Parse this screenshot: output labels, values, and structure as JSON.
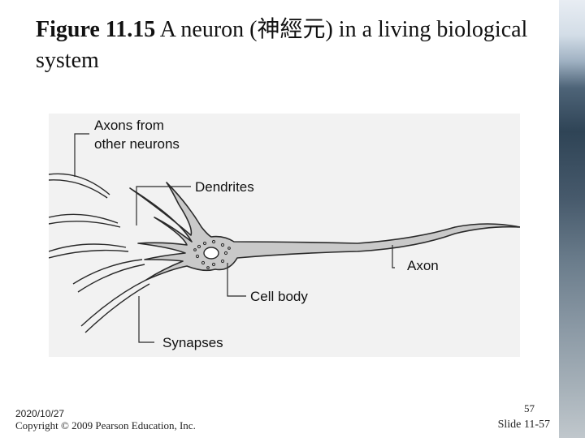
{
  "slide": {
    "title_label": "Figure 11.15",
    "title_text": "A neuron (神經元) in a living biological system"
  },
  "diagram": {
    "labels": {
      "axons_from": "Axons from other neurons",
      "dendrites": "Dendrites",
      "axon": "Axon",
      "cell_body": "Cell body",
      "synapses": "Synapses"
    },
    "colors": {
      "background": "#f2f2f2",
      "neuron": "#c9c9c9",
      "outline": "#2a2a2a"
    }
  },
  "footer": {
    "date": "2020/10/27",
    "copyright": "Copyright © 2009 Pearson Education, Inc.",
    "page_number": "57",
    "slide_number": "Slide 11-57"
  }
}
